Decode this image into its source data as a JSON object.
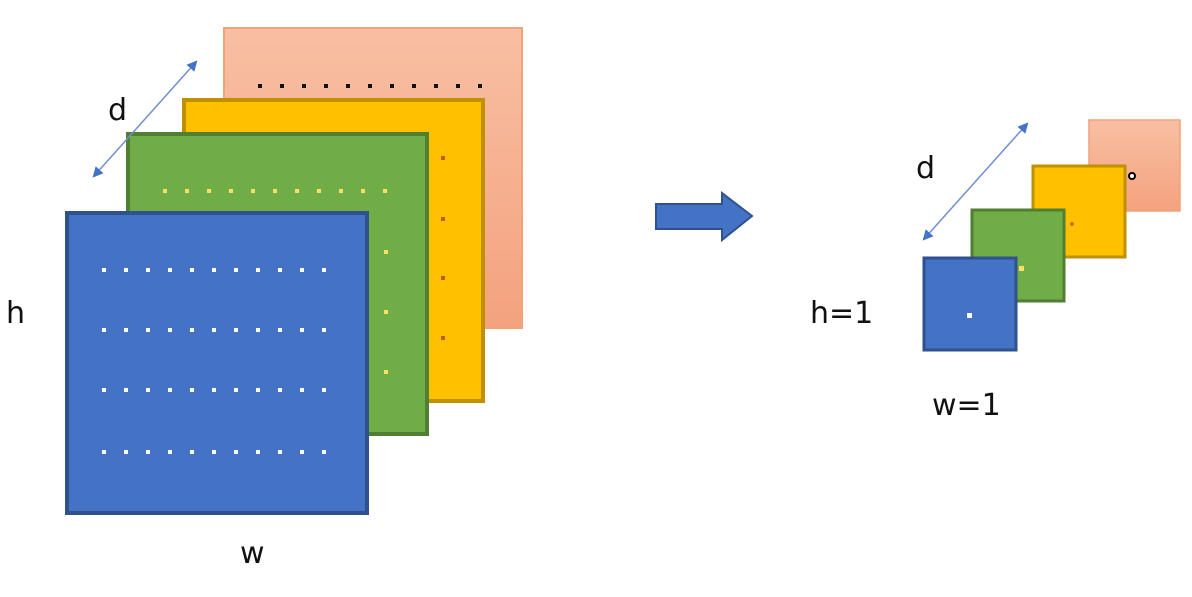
{
  "left": {
    "labels": {
      "d": "d",
      "h": "h",
      "w": "w"
    },
    "colors": {
      "blue": "#4472C4",
      "green": "#70AD47",
      "yellow": "#FFC000",
      "salmon": "#F8B89C"
    }
  },
  "right": {
    "labels": {
      "d": "d",
      "h": "h=1",
      "w": "w=1"
    }
  },
  "colors": {
    "arrow": "#4472C4",
    "arrow_border": "#2F528F"
  }
}
